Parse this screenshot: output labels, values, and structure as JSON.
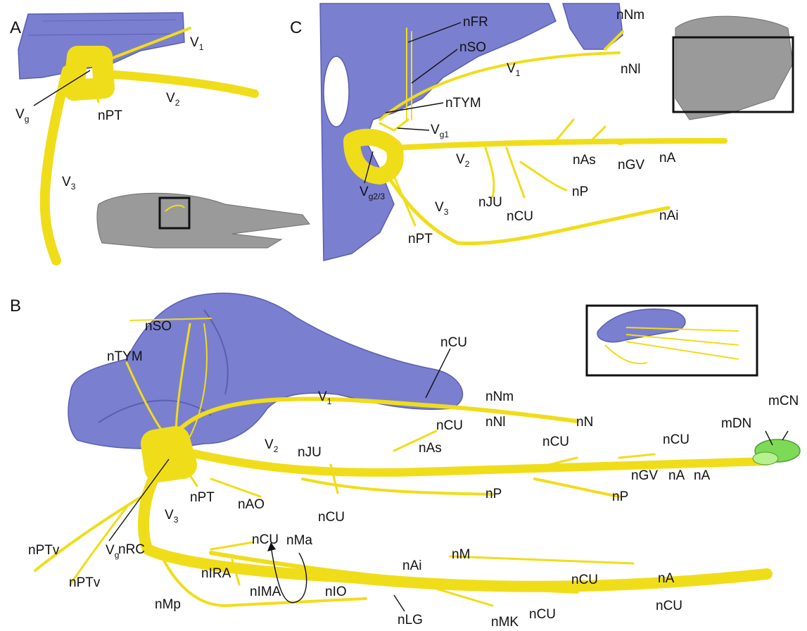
{
  "panels": {
    "A": {
      "letter": "A",
      "labels": {
        "V1": "V",
        "V1_sub": "1",
        "V2": "V",
        "V2_sub": "2",
        "V3": "V",
        "V3_sub": "3",
        "Vg": "V",
        "Vg_sub": "g",
        "nPT": "nPT"
      }
    },
    "B": {
      "letter": "B",
      "labels": {
        "nSO": "nSO",
        "nTYM": "nTYM",
        "nCU_top": "nCU",
        "V1": "V",
        "V1_sub": "1",
        "nNm": "nNm",
        "nNl": "nNl",
        "nN": "nN",
        "nCU_2": "nCU",
        "V2": "V",
        "V2_sub": "2",
        "nJU": "nJU",
        "nAs": "nAs",
        "nCU_3": "nCU",
        "nCU_4": "nCU",
        "Vg": "V",
        "Vg_sub": "g",
        "nPT": "nPT",
        "nAO": "nAO",
        "nCU_5": "nCU",
        "nP_1": "nP",
        "nP_2": "nP",
        "nGV": "nGV",
        "nA_1": "nA",
        "nA_2": "nA",
        "mDN": "mDN",
        "mCN": "mCN",
        "V3": "V",
        "V3_sub": "3",
        "nPTv_1": "nPTv",
        "nPTv_2": "nPTv",
        "nRC": "nRC",
        "nCU_6": "nCU",
        "nMa": "nMa",
        "nIRA": "nIRA",
        "nIMA": "nIMA",
        "nAi": "nAi",
        "nM": "nM",
        "nIO": "nIO",
        "nMp": "nMp",
        "nLG": "nLG",
        "nMK": "nMK",
        "nCU_7": "nCU",
        "nCU_8": "nCU",
        "nA_3": "nA",
        "nCU_9": "nCU"
      }
    },
    "C": {
      "letter": "C",
      "labels": {
        "nFR": "nFR",
        "nSO": "nSO",
        "nNm": "nNm",
        "nNl": "nNl",
        "V1": "V",
        "V1_sub": "1",
        "nTYM": "nTYM",
        "Vg1": "V",
        "Vg1_sub": "g1",
        "V2": "V",
        "V2_sub": "2",
        "nAs": "nAs",
        "nGV": "nGV",
        "nA": "nA",
        "Vg23": "V",
        "Vg23_sub": "g2/3",
        "nJU": "nJU",
        "nP": "nP",
        "nCU": "nCU",
        "V3": "V",
        "V3_sub": "3",
        "nPT": "nPT",
        "nAi": "nAi"
      }
    }
  },
  "colors": {
    "nerve": "#f0dd1a",
    "bone": "#7b7fd0",
    "muscle": "#7ed957",
    "skull": "#9a9a9a"
  }
}
